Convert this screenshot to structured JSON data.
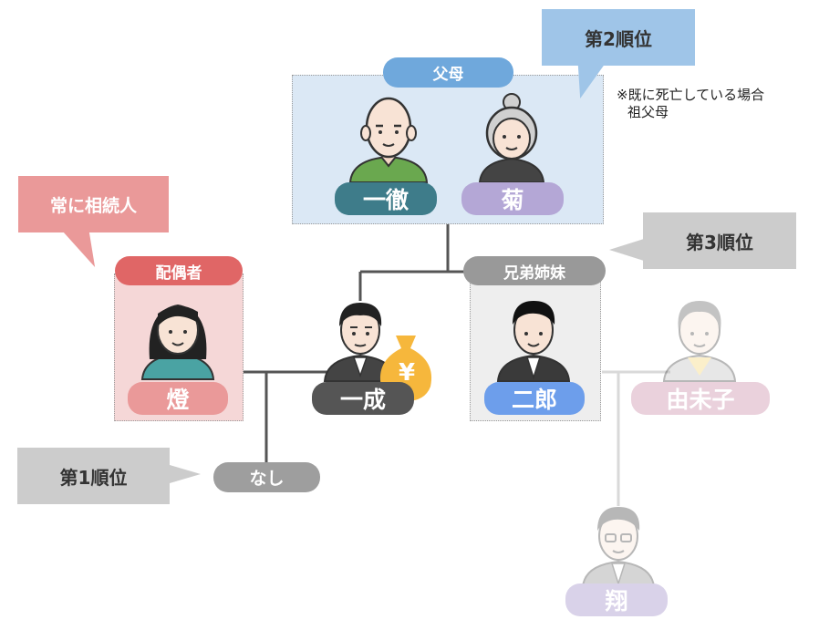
{
  "callouts": {
    "rank2": "第2順位",
    "always_heir": "常に相続人",
    "rank3": "第3順位",
    "rank1": "第1順位"
  },
  "note": {
    "line1": "※既に死亡している場合",
    "line2": "祖父母"
  },
  "groups": {
    "parents": "父母",
    "spouse": "配偶者",
    "siblings": "兄弟姉妹"
  },
  "people": {
    "father": "一徹",
    "mother": "菊",
    "spouse": "燈",
    "deceased": "一成",
    "brother": "二郎",
    "sister": "由未子",
    "nephew": "翔"
  },
  "children": {
    "none": "なし"
  },
  "icons": {
    "money_bag_symbol": "¥"
  },
  "colors": {
    "parents_blue": "#6fa8dc",
    "spouse_red": "#e06666",
    "teal": "#3e7c8a",
    "purple": "#b4a7d6",
    "dark": "#555555",
    "blue_btn": "#6d9eeb",
    "grey": "#9e9e9e",
    "gold": "#f6b73c"
  }
}
